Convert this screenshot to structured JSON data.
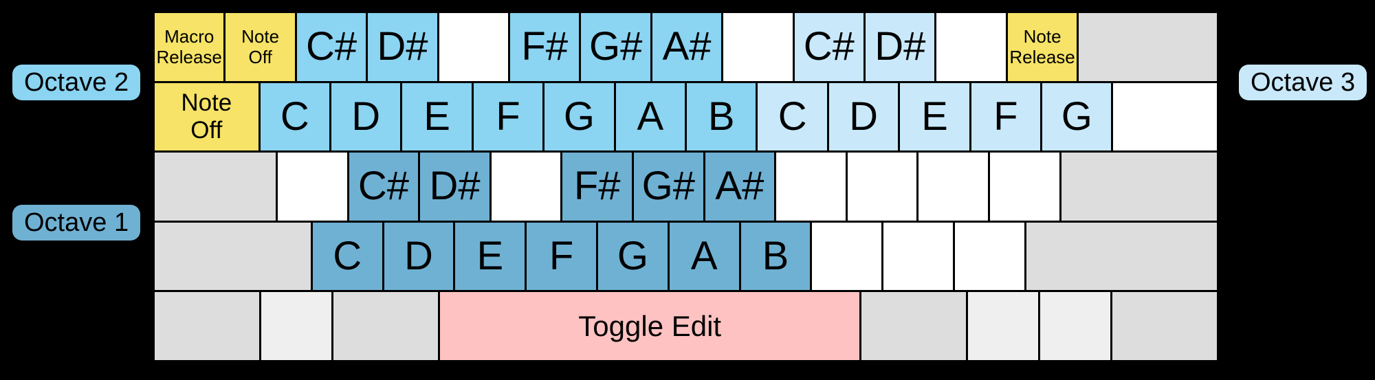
{
  "colors": {
    "yellow": "#F6E367",
    "octave1": "#6FB1D3",
    "octave2": "#8BD4F2",
    "octave3": "#C9E9FA",
    "pink": "#FFC2C2",
    "white": "#FFFFFF",
    "gray": "#DDDDDD",
    "lightgray": "#EFEFEF",
    "background": "#000000",
    "key_border": "#000000",
    "key_text": "#000000"
  },
  "labels": {
    "octave1": "Octave 1",
    "octave2": "Octave 2",
    "octave3": "Octave 3"
  },
  "keyboard": {
    "rows": [
      {
        "name": "number-row",
        "keys": [
          {
            "name": "key-macro-release",
            "label": "Macro\nRelease",
            "color": "yellow",
            "units": 1,
            "size": "sm"
          },
          {
            "name": "key-note-off",
            "label": "Note\nOff",
            "color": "yellow",
            "units": 1,
            "size": "sm"
          },
          {
            "name": "key-c-sharp-octave2",
            "label": "C#",
            "color": "octave2",
            "units": 1,
            "size": "lg"
          },
          {
            "name": "key-d-sharp-octave2",
            "label": "D#",
            "color": "octave2",
            "units": 1,
            "size": "lg"
          },
          {
            "name": "key-blank",
            "label": "",
            "color": "white",
            "units": 1,
            "size": "lg"
          },
          {
            "name": "key-f-sharp-octave2",
            "label": "F#",
            "color": "octave2",
            "units": 1,
            "size": "lg"
          },
          {
            "name": "key-g-sharp-octave2",
            "label": "G#",
            "color": "octave2",
            "units": 1,
            "size": "lg"
          },
          {
            "name": "key-a-sharp-octave2",
            "label": "A#",
            "color": "octave2",
            "units": 1,
            "size": "lg"
          },
          {
            "name": "key-blank",
            "label": "",
            "color": "white",
            "units": 1,
            "size": "lg"
          },
          {
            "name": "key-c-sharp-octave3",
            "label": "C#",
            "color": "octave3",
            "units": 1,
            "size": "lg"
          },
          {
            "name": "key-d-sharp-octave3",
            "label": "D#",
            "color": "octave3",
            "units": 1,
            "size": "lg"
          },
          {
            "name": "key-blank",
            "label": "",
            "color": "white",
            "units": 1,
            "size": "lg"
          },
          {
            "name": "key-note-release",
            "label": "Note\nRelease",
            "color": "yellow",
            "units": 1,
            "size": "sm"
          },
          {
            "name": "key-unassigned-gray",
            "label": "",
            "color": "gray",
            "units": 2,
            "size": "lg"
          }
        ]
      },
      {
        "name": "qwerty-row",
        "keys": [
          {
            "name": "key-note-off-tab",
            "label": "Note\nOff",
            "color": "yellow",
            "units": 1.5,
            "size": "md"
          },
          {
            "name": "key-c-octave2",
            "label": "C",
            "color": "octave2",
            "units": 1,
            "size": "lg"
          },
          {
            "name": "key-d-octave2",
            "label": "D",
            "color": "octave2",
            "units": 1,
            "size": "lg"
          },
          {
            "name": "key-e-octave2",
            "label": "E",
            "color": "octave2",
            "units": 1,
            "size": "lg"
          },
          {
            "name": "key-f-octave2",
            "label": "F",
            "color": "octave2",
            "units": 1,
            "size": "lg"
          },
          {
            "name": "key-g-octave2",
            "label": "G",
            "color": "octave2",
            "units": 1,
            "size": "lg"
          },
          {
            "name": "key-a-octave2",
            "label": "A",
            "color": "octave2",
            "units": 1,
            "size": "lg"
          },
          {
            "name": "key-b-octave2",
            "label": "B",
            "color": "octave2",
            "units": 1,
            "size": "lg"
          },
          {
            "name": "key-c-octave3",
            "label": "C",
            "color": "octave3",
            "units": 1,
            "size": "lg"
          },
          {
            "name": "key-d-octave3",
            "label": "D",
            "color": "octave3",
            "units": 1,
            "size": "lg"
          },
          {
            "name": "key-e-octave3",
            "label": "E",
            "color": "octave3",
            "units": 1,
            "size": "lg"
          },
          {
            "name": "key-f-octave3",
            "label": "F",
            "color": "octave3",
            "units": 1,
            "size": "lg"
          },
          {
            "name": "key-g-octave3",
            "label": "G",
            "color": "octave3",
            "units": 1,
            "size": "lg"
          },
          {
            "name": "key-blank",
            "label": "",
            "color": "white",
            "units": 1.5,
            "size": "lg"
          }
        ]
      },
      {
        "name": "home-row",
        "keys": [
          {
            "name": "key-unassigned-gray",
            "label": "",
            "color": "gray",
            "units": 1.75,
            "size": "lg"
          },
          {
            "name": "key-blank",
            "label": "",
            "color": "white",
            "units": 1,
            "size": "lg"
          },
          {
            "name": "key-c-sharp-octave1",
            "label": "C#",
            "color": "octave1",
            "units": 1,
            "size": "lg"
          },
          {
            "name": "key-d-sharp-octave1",
            "label": "D#",
            "color": "octave1",
            "units": 1,
            "size": "lg"
          },
          {
            "name": "key-blank",
            "label": "",
            "color": "white",
            "units": 1,
            "size": "lg"
          },
          {
            "name": "key-f-sharp-octave1",
            "label": "F#",
            "color": "octave1",
            "units": 1,
            "size": "lg"
          },
          {
            "name": "key-g-sharp-octave1",
            "label": "G#",
            "color": "octave1",
            "units": 1,
            "size": "lg"
          },
          {
            "name": "key-a-sharp-octave1",
            "label": "A#",
            "color": "octave1",
            "units": 1,
            "size": "lg"
          },
          {
            "name": "key-blank",
            "label": "",
            "color": "white",
            "units": 1,
            "size": "lg"
          },
          {
            "name": "key-blank",
            "label": "",
            "color": "white",
            "units": 1,
            "size": "lg"
          },
          {
            "name": "key-blank",
            "label": "",
            "color": "white",
            "units": 1,
            "size": "lg"
          },
          {
            "name": "key-blank",
            "label": "",
            "color": "white",
            "units": 1,
            "size": "lg"
          },
          {
            "name": "key-unassigned-gray",
            "label": "",
            "color": "gray",
            "units": 2.25,
            "size": "lg"
          }
        ]
      },
      {
        "name": "bottom-letter-row",
        "keys": [
          {
            "name": "key-unassigned-gray",
            "label": "",
            "color": "gray",
            "units": 2.25,
            "size": "lg"
          },
          {
            "name": "key-c-octave1",
            "label": "C",
            "color": "octave1",
            "units": 1,
            "size": "lg"
          },
          {
            "name": "key-d-octave1",
            "label": "D",
            "color": "octave1",
            "units": 1,
            "size": "lg"
          },
          {
            "name": "key-e-octave1",
            "label": "E",
            "color": "octave1",
            "units": 1,
            "size": "lg"
          },
          {
            "name": "key-f-octave1",
            "label": "F",
            "color": "octave1",
            "units": 1,
            "size": "lg"
          },
          {
            "name": "key-g-octave1",
            "label": "G",
            "color": "octave1",
            "units": 1,
            "size": "lg"
          },
          {
            "name": "key-a-octave1",
            "label": "A",
            "color": "octave1",
            "units": 1,
            "size": "lg"
          },
          {
            "name": "key-b-octave1",
            "label": "B",
            "color": "octave1",
            "units": 1,
            "size": "lg"
          },
          {
            "name": "key-blank",
            "label": "",
            "color": "white",
            "units": 1,
            "size": "lg"
          },
          {
            "name": "key-blank",
            "label": "",
            "color": "white",
            "units": 1,
            "size": "lg"
          },
          {
            "name": "key-blank",
            "label": "",
            "color": "white",
            "units": 1,
            "size": "lg"
          },
          {
            "name": "key-unassigned-gray",
            "label": "",
            "color": "gray",
            "units": 2.75,
            "size": "lg"
          }
        ]
      },
      {
        "name": "modifier-row",
        "keys": [
          {
            "name": "key-unassigned-gray",
            "label": "",
            "color": "gray",
            "units": 1.5,
            "size": "lg"
          },
          {
            "name": "key-unassigned-lightgray",
            "label": "",
            "color": "lightgray",
            "units": 1,
            "size": "lg"
          },
          {
            "name": "key-unassigned-gray",
            "label": "",
            "color": "gray",
            "units": 1.5,
            "size": "lg"
          },
          {
            "name": "key-toggle-edit",
            "label": "Toggle Edit",
            "color": "pink",
            "units": 6,
            "size": "xl"
          },
          {
            "name": "key-unassigned-gray",
            "label": "",
            "color": "gray",
            "units": 1.5,
            "size": "lg"
          },
          {
            "name": "key-unassigned-lightgray",
            "label": "",
            "color": "lightgray",
            "units": 1,
            "size": "lg"
          },
          {
            "name": "key-unassigned-lightgray",
            "label": "",
            "color": "lightgray",
            "units": 1,
            "size": "lg"
          },
          {
            "name": "key-unassigned-gray",
            "label": "",
            "color": "gray",
            "units": 1.5,
            "size": "lg"
          }
        ]
      }
    ]
  }
}
